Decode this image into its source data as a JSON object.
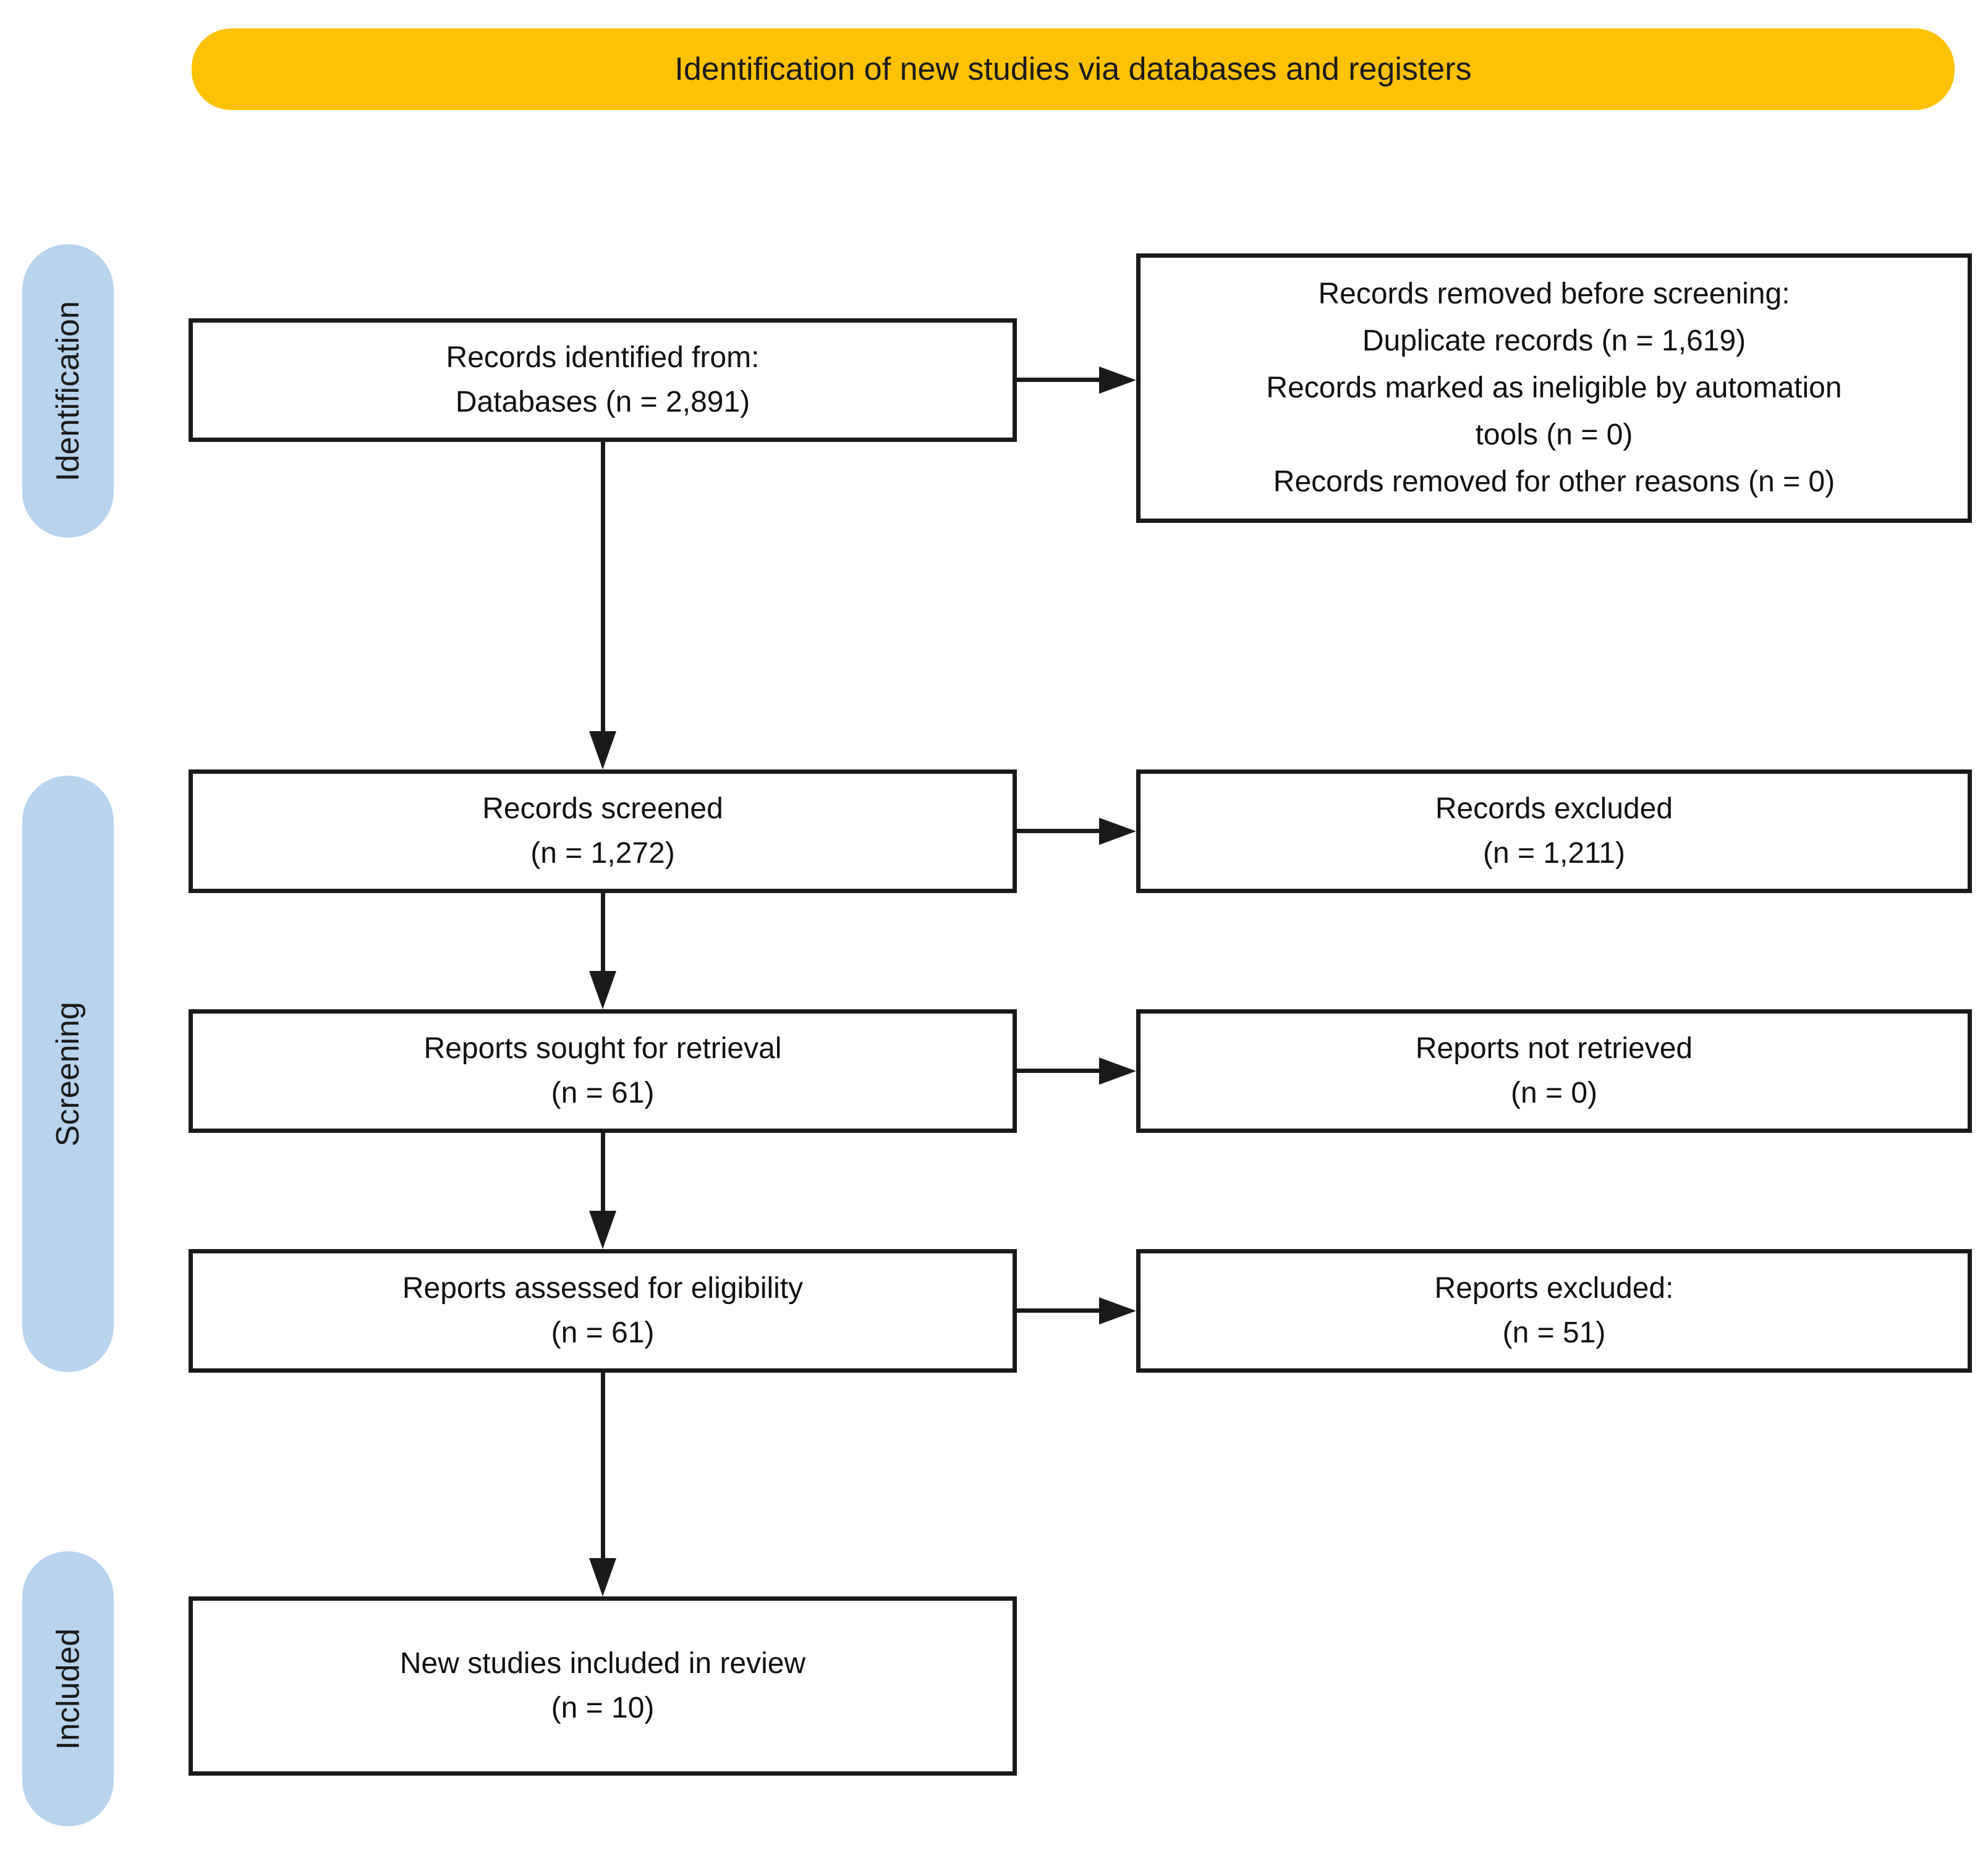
{
  "banner": {
    "title": "Identification of new studies via databases and registers"
  },
  "stages": [
    {
      "label": "Identification"
    },
    {
      "label": "Screening"
    },
    {
      "label": "Included"
    }
  ],
  "boxes": {
    "identified": {
      "lines": [
        "Records identified from:",
        "Databases (n = 2,891)"
      ]
    },
    "removed": {
      "lines": [
        "Records removed before screening:",
        "Duplicate records (n = 1,619)",
        "Records marked as ineligible by automation",
        "tools (n = 0)",
        "Records removed for other reasons (n = 0)"
      ]
    },
    "screened": {
      "lines": [
        "Records screened",
        "(n = 1,272)"
      ]
    },
    "records_excluded": {
      "lines": [
        "Records excluded",
        "(n = 1,211)"
      ]
    },
    "sought": {
      "lines": [
        "Reports sought for retrieval",
        "(n = 61)"
      ]
    },
    "not_retrieved": {
      "lines": [
        "Reports not retrieved",
        "(n = 0)"
      ]
    },
    "assessed": {
      "lines": [
        "Reports assessed for eligibility",
        "(n = 61)"
      ]
    },
    "reports_excluded": {
      "lines": [
        "Reports excluded:",
        "(n = 51)"
      ]
    },
    "included": {
      "lines": [
        "New studies included in review",
        "(n = 10)"
      ]
    }
  },
  "colors": {
    "banner_bg": "#FFC103",
    "stage_pill_bg": "#B7D3EE",
    "box_border": "#1A1A1A",
    "box_bg": "#FFFFFF",
    "arrow": "#1A1A1A",
    "text": "#1A1A1A"
  }
}
